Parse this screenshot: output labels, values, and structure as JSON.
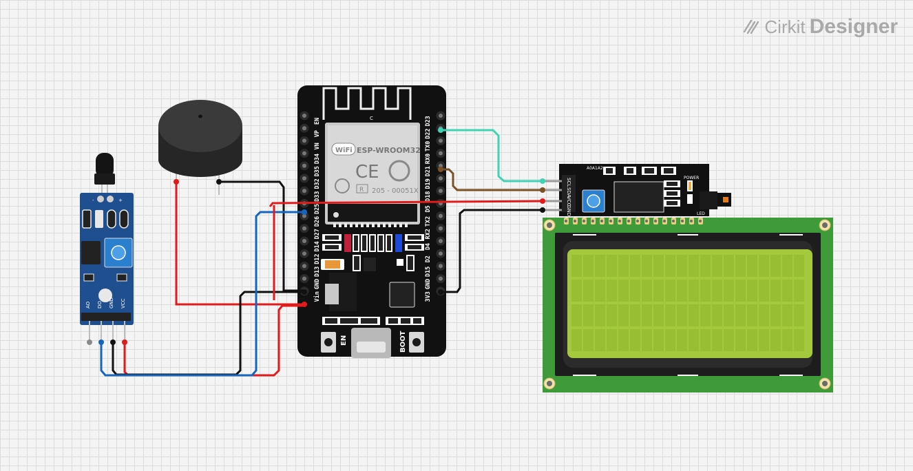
{
  "brand": {
    "name_part1": "Cirkit",
    "name_part2": "Designer"
  },
  "esp32": {
    "module_label": "ESP-WROOM32",
    "marking": "205 - 00051X",
    "r_mark": "R",
    "ce_mark": "CE",
    "wifi_mark": "WiFi",
    "antenna_mark": "C",
    "left_pins": [
      "EN",
      "VP",
      "VN",
      "D34",
      "D35",
      "D32",
      "D33",
      "D25",
      "D26",
      "D27",
      "D14",
      "D12",
      "D13",
      "GND",
      "Vin"
    ],
    "right_pins": [
      "D23",
      "D22",
      "TX0",
      "RX0",
      "D21",
      "D19",
      "D18",
      "D5",
      "TX2",
      "RX2",
      "D4",
      "D2",
      "D15",
      "GND",
      "3V3"
    ],
    "en_button": "EN",
    "boot_button": "BOOT"
  },
  "flame_sensor": {
    "pins": [
      "AO",
      "DO",
      "GND",
      "VCC"
    ],
    "top_marks": [
      "-",
      "+"
    ]
  },
  "i2c_module": {
    "pins": [
      "SCL",
      "SDA",
      "VCC",
      "GND"
    ],
    "address_mark": "A0A1A2",
    "power_mark": "POWER",
    "led_mark": "LED"
  },
  "colors": {
    "esp_board": "#111111",
    "sensor_board": "#1f4f8f",
    "lcd_pcb": "#3f9a3a",
    "lcd_screen": "#a4c93c",
    "wire_red": "#e11b1b",
    "wire_black": "#111111",
    "wire_blue": "#1565c0",
    "wire_teal": "#3fd3b4",
    "wire_brown": "#7a5026",
    "wire_gray": "#8a8a8a"
  }
}
